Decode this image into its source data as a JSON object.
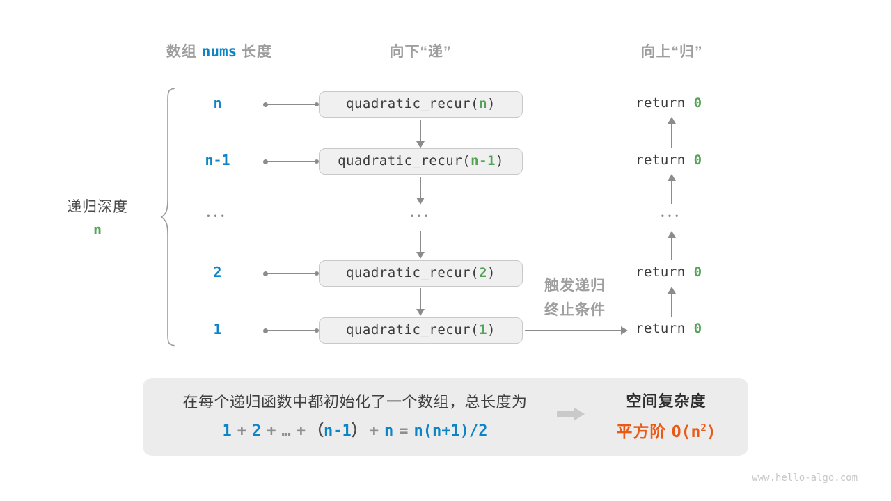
{
  "header": {
    "col1": {
      "pre": "数组 ",
      "code": "nums",
      "post": " 长度"
    },
    "col2": "向下“递”",
    "col3": "向上“归”"
  },
  "depth": {
    "label": "递归深度",
    "value": "n"
  },
  "dots": "•••",
  "rows": [
    {
      "label": "n",
      "call_pre": "quadratic_recur(",
      "arg": "n",
      "call_post": ")",
      "ret_pre": "return ",
      "ret_val": "0"
    },
    {
      "label": "n-1",
      "call_pre": "quadratic_recur(",
      "arg": "n-1",
      "call_post": ")",
      "ret_pre": "return ",
      "ret_val": "0"
    },
    {
      "label": "2",
      "call_pre": "quadratic_recur(",
      "arg": "2",
      "call_post": ")",
      "ret_pre": "return ",
      "ret_val": "0"
    },
    {
      "label": "1",
      "call_pre": "quadratic_recur(",
      "arg": "1",
      "call_post": ")",
      "ret_pre": "return ",
      "ret_val": "0"
    }
  ],
  "trigger": {
    "line1": "触发递归",
    "line2": "终止条件"
  },
  "summary": {
    "line1": "在每个递归函数中都初始化了一个数组，总长度为",
    "formula": {
      "n1": "1",
      "plus1": "+",
      "n2": "2",
      "plus2": "+",
      "ellipsis": "…",
      "plus3": "+",
      "lparen": "（",
      "n3": "n-1",
      "rparen": "）",
      "plus4": "+",
      "n4": "n",
      "eq": "=",
      "result": "n(n+1)/2"
    },
    "right_title": "空间复杂度",
    "right_value_zh": "平方阶 ",
    "right_o_pre": "O(n",
    "right_o_sup": "2",
    "right_o_post": ")"
  },
  "watermark": "www.hello-algo.com",
  "colors": {
    "blue": "#0d84c6",
    "green": "#55a357",
    "orange": "#ea5a17",
    "line_gray": "#8c8c8c",
    "header_gray": "#9e9e9e"
  }
}
